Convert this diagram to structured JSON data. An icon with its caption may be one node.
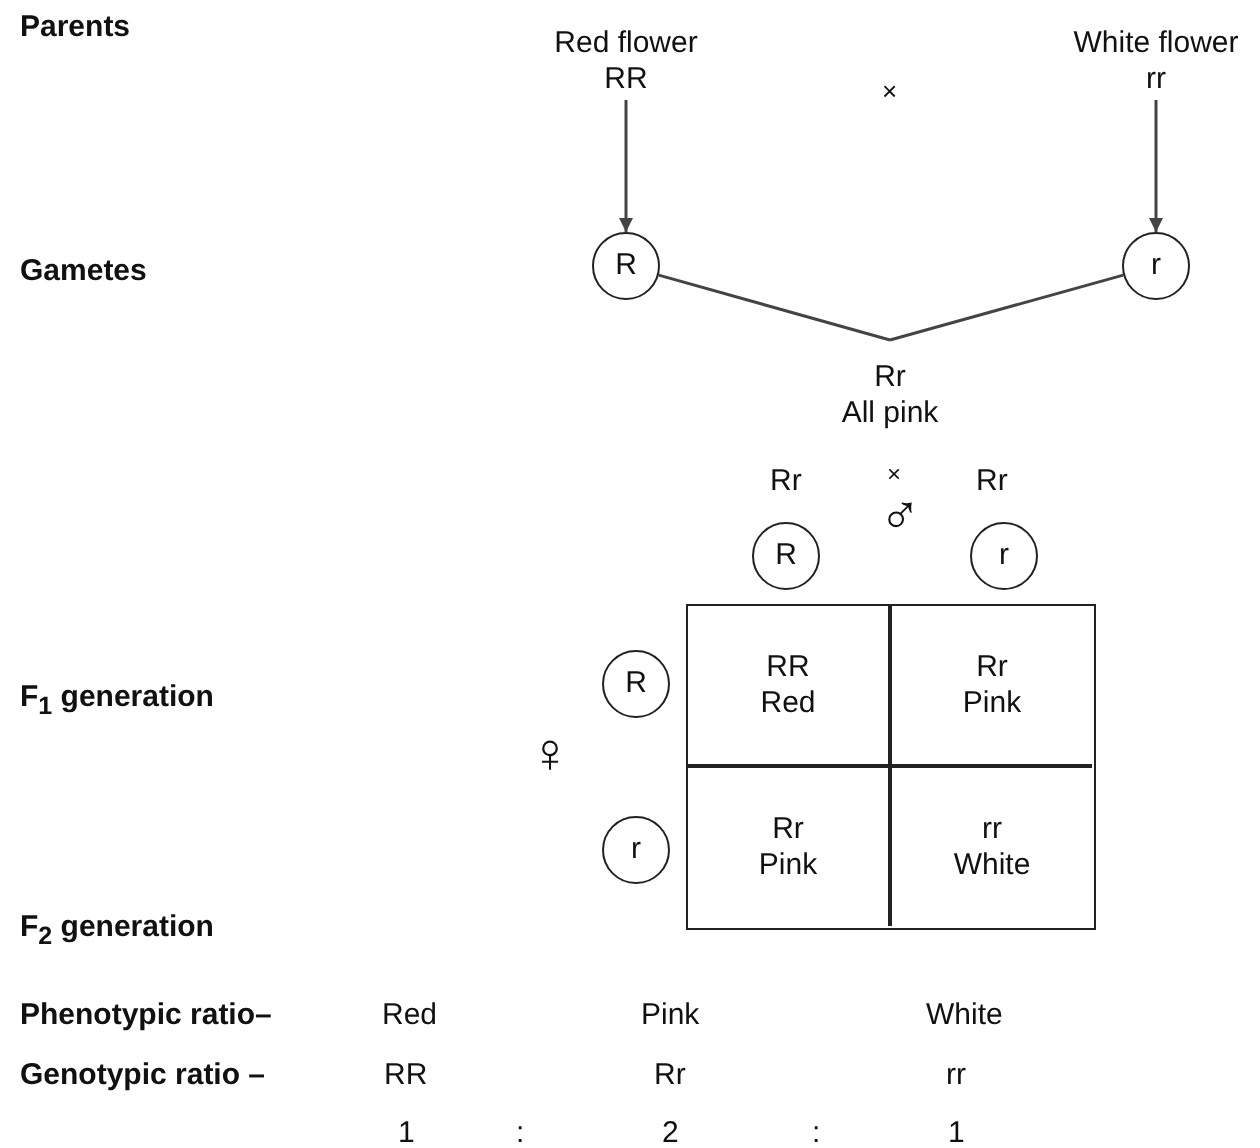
{
  "diagram": {
    "nodes": [
      {
        "text": [
          "Red flower",
          "RR"
        ]
      },
      {
        "text": [
          "White flower",
          "rr"
        ]
      },
      {
        "text": [
          "R"
        ]
      },
      {
        "text": [
          "r"
        ]
      },
      {
        "text": [
          "Rr",
          "All pink"
        ]
      },
      {
        "text": [
          "R"
        ],
        "beside": [
          "Rr"
        ]
      },
      {
        "text": [
          "r"
        ],
        "beside": [
          "Rr"
        ]
      },
      {
        "text": [
          "R"
        ]
      },
      {
        "text": [
          "r"
        ]
      },
      {
        "text": [],
        "shape": "box"
      },
      {
        "text": [
          "RR",
          "Red"
        ],
        "in": 9
      },
      {
        "text": [
          "Rr",
          "Pink"
        ],
        "in": 9
      },
      {
        "text": [
          "Rr",
          "Pink"
        ],
        "in": 9
      },
      {
        "text": [
          "rr",
          "White"
        ],
        "in": 9
      }
    ],
    "edges": [
      {
        "from": 0,
        "to": 2,
        "arrow": "to"
      },
      {
        "from": 1,
        "to": 3,
        "arrow": "to"
      },
      {
        "from": 2,
        "to": 4,
        "arrow": "none"
      },
      {
        "from": 3,
        "to": 4,
        "arrow": "none"
      }
    ],
    "labels": [
      "Parents",
      "×",
      "Gametes",
      "×",
      "♂",
      "F$_{1}$ generation",
      "♀",
      "F$_{2}$ generation",
      "Phenotypic ratio–",
      "Red",
      "Pink",
      "White",
      "Genotypic ratio –",
      "RR",
      "Rr",
      "rr",
      "1",
      ":",
      "2",
      ":",
      "1"
    ]
  }
}
